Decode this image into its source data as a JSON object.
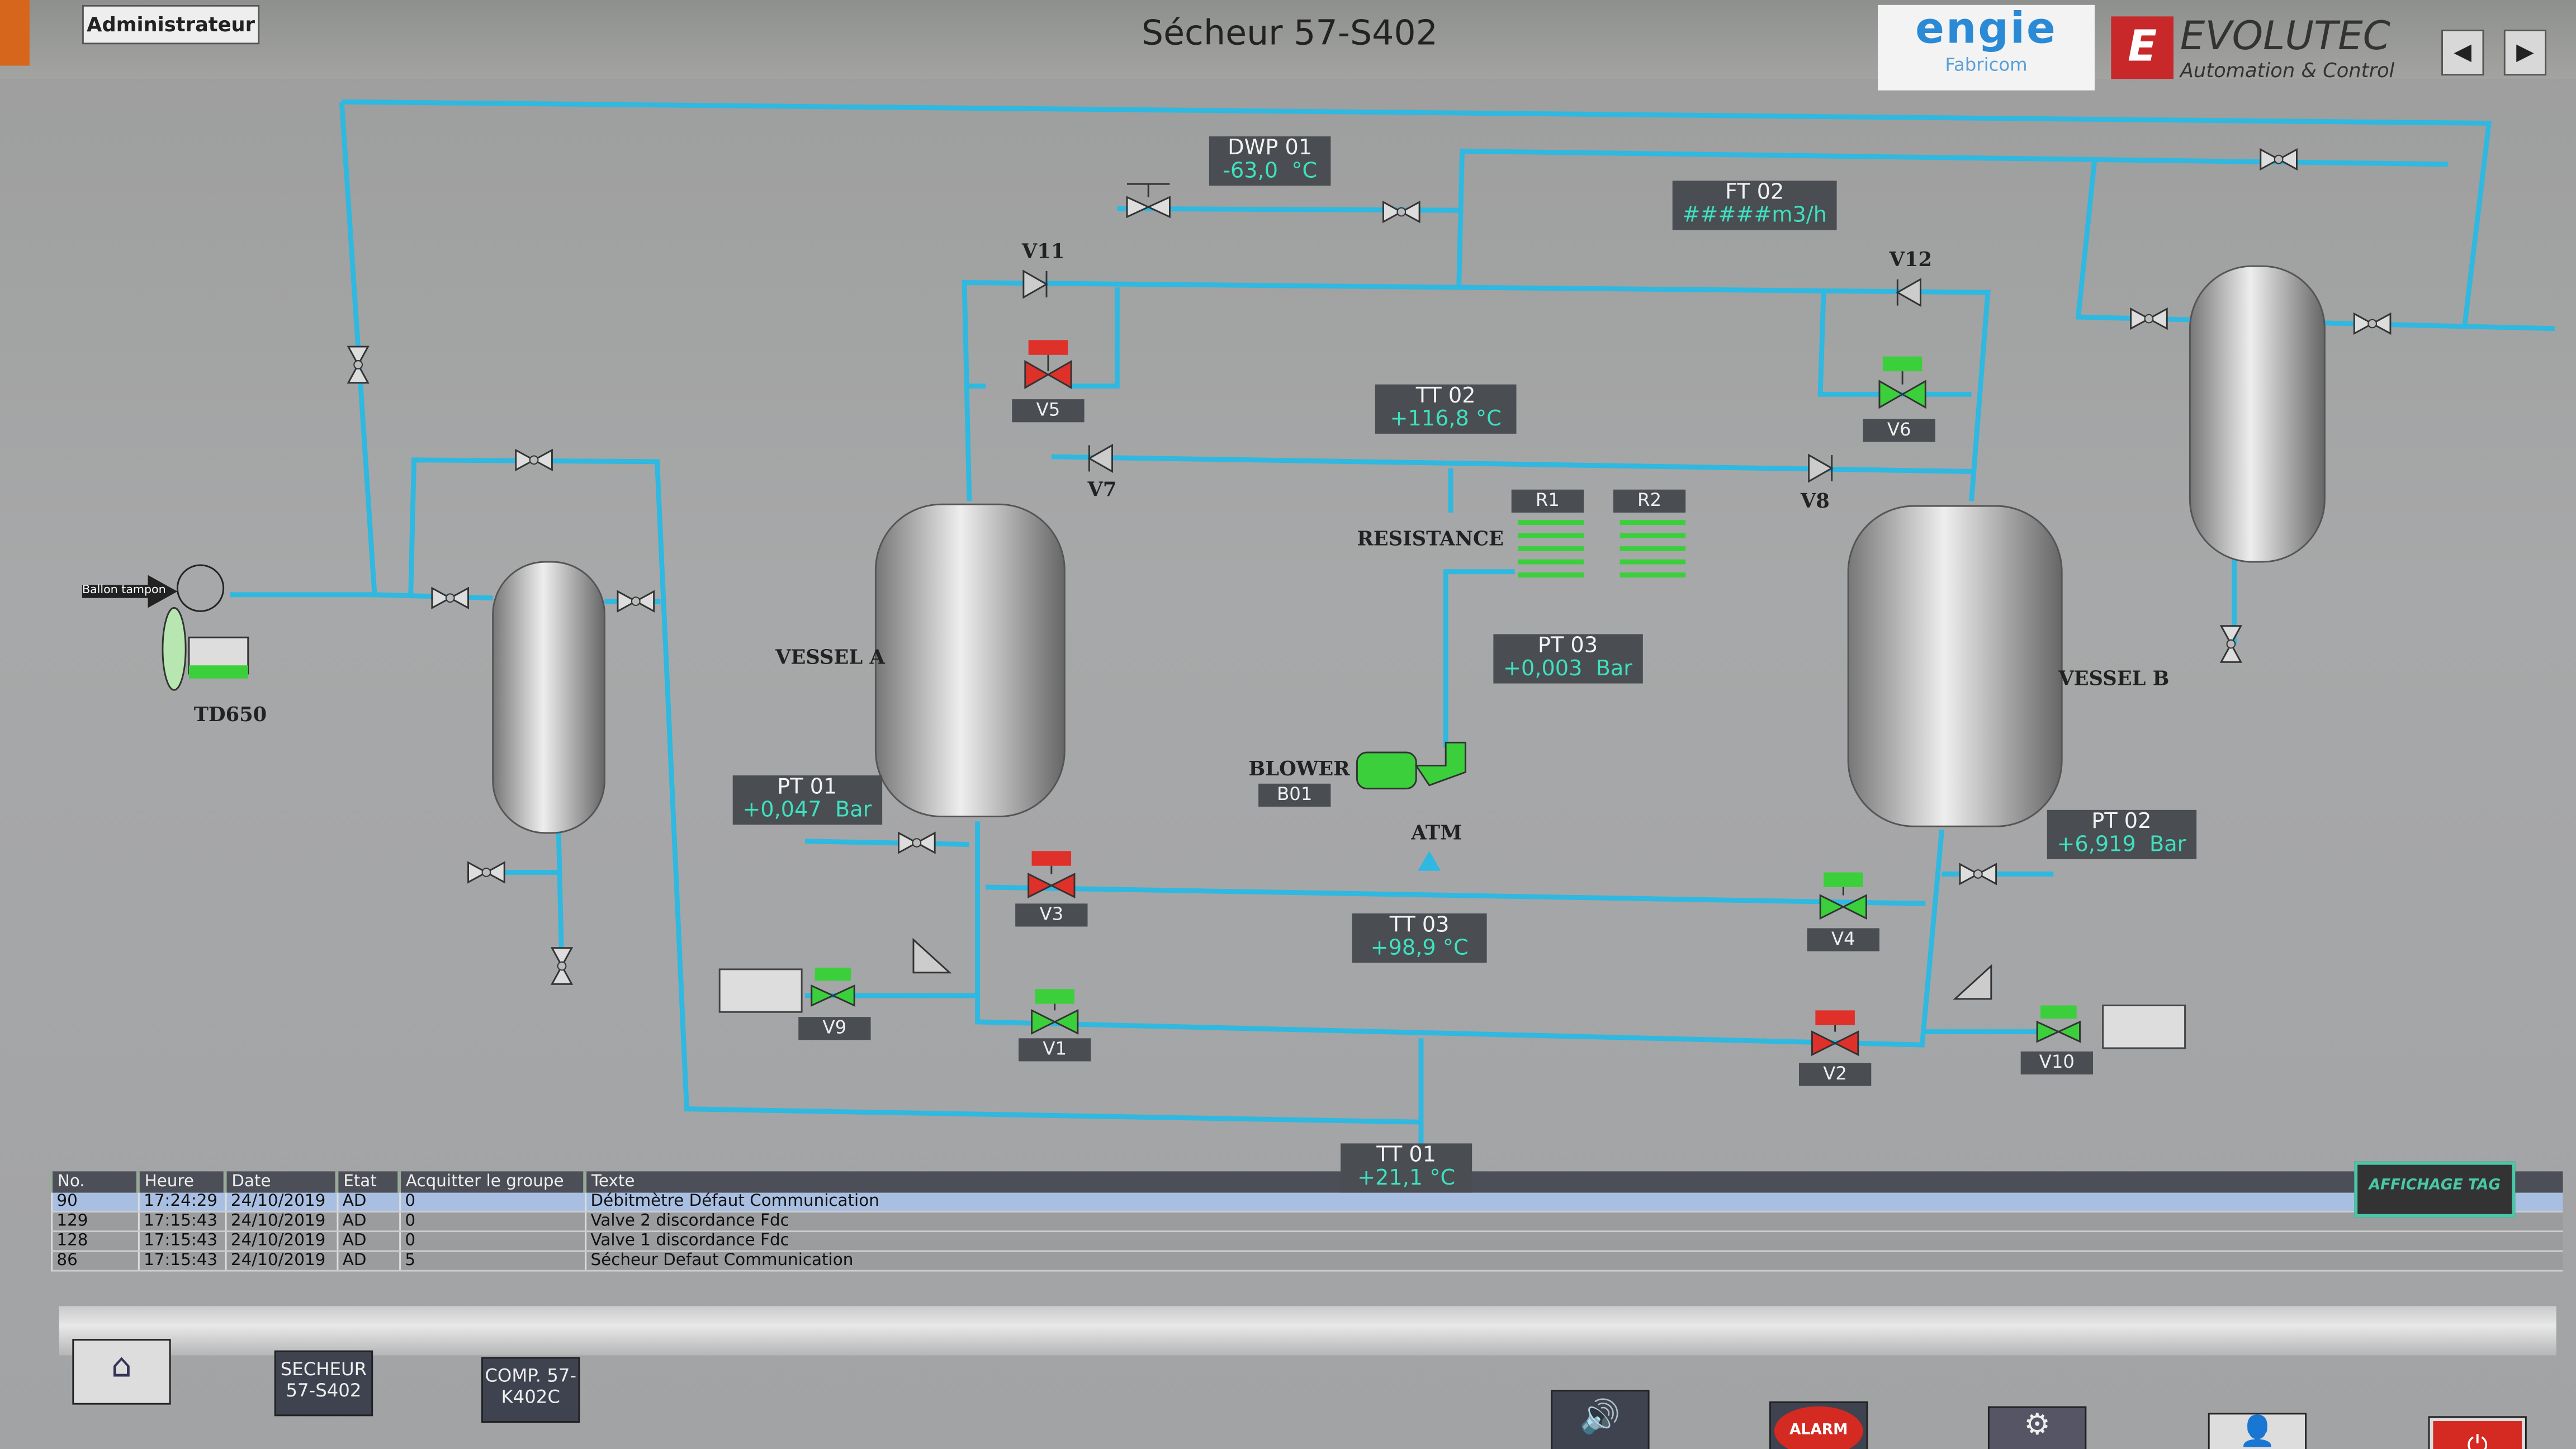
{
  "header": {
    "user": "Administrateur",
    "title": "Sécheur 57-S402",
    "logo_engie": "engie",
    "logo_engie_sub": "Fabricom",
    "logo_evolutec": "EVOLUTEC",
    "logo_evolutec_sub": "Automation & Control",
    "nav_prev": "◀",
    "nav_next": "▶"
  },
  "instruments": {
    "dwp01": {
      "tag": "DWP 01",
      "value": "-63,0",
      "unit": "°C"
    },
    "ft02": {
      "tag": "FT 02",
      "value": "#####",
      "unit": "m3/h"
    },
    "tt02": {
      "tag": "TT 02",
      "value": "+116,8",
      "unit": "°C"
    },
    "pt03": {
      "tag": "PT 03",
      "value": "+0,003",
      "unit": "Bar"
    },
    "pt01": {
      "tag": "PT 01",
      "value": "+0,047",
      "unit": "Bar"
    },
    "pt02": {
      "tag": "PT 02",
      "value": "+6,919",
      "unit": "Bar"
    },
    "tt03": {
      "tag": "TT 03",
      "value": "+98,9",
      "unit": "°C"
    },
    "tt01": {
      "tag": "TT 01",
      "value": "+21,1",
      "unit": "°C"
    }
  },
  "valves": {
    "v1": "V1",
    "v2": "V2",
    "v3": "V3",
    "v4": "V4",
    "v5": "V5",
    "v6": "V6",
    "v7": "V7",
    "v8": "V8",
    "v9": "V9",
    "v10": "V10",
    "v11": "V11",
    "v12": "V12"
  },
  "valve_states": {
    "v1": "open",
    "v2": "closed",
    "v3": "closed",
    "v4": "open",
    "v5": "closed",
    "v6": "open",
    "v9": "open",
    "v10": "open"
  },
  "colors": {
    "pipe": "#2fb8e0",
    "valve_open": "#3ccf3c",
    "valve_closed": "#e0302a",
    "value_text": "#3fe0bf"
  },
  "labels": {
    "vessel_a": "VESSEL A",
    "vessel_b": "VESSEL B",
    "resistance": "RESISTANCE",
    "r1": "R1",
    "r2": "R2",
    "blower": "BLOWER",
    "b01": "B01",
    "atm": "ATM",
    "td650": "TD650",
    "ballon": "Ballon tampon"
  },
  "alarms": {
    "columns": [
      "No.",
      "Heure",
      "Date",
      "Etat",
      "Acquitter le groupe",
      "Texte"
    ],
    "rows": [
      {
        "no": "90",
        "heure": "17:24:29",
        "date": "24/10/2019",
        "etat": "AD",
        "groupe": "0",
        "texte": "Débitmètre Défaut Communication"
      },
      {
        "no": "129",
        "heure": "17:15:43",
        "date": "24/10/2019",
        "etat": "AD",
        "groupe": "0",
        "texte": "Valve 2 discordance Fdc"
      },
      {
        "no": "128",
        "heure": "17:15:43",
        "date": "24/10/2019",
        "etat": "AD",
        "groupe": "0",
        "texte": "Valve 1 discordance Fdc"
      },
      {
        "no": "86",
        "heure": "17:15:43",
        "date": "24/10/2019",
        "etat": "AD",
        "groupe": "5",
        "texte": "Sécheur Defaut Communication"
      }
    ]
  },
  "buttons": {
    "affichage_tag": "AFFICHAGE TAG",
    "secheur": "SECHEUR 57-S402",
    "comp": "COMP. 57-K402C",
    "alarm": "ALARM"
  }
}
